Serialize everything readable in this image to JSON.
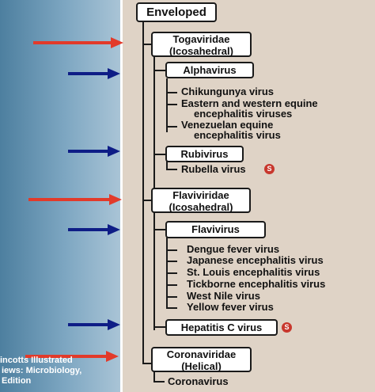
{
  "colors": {
    "left_panel": "#5b8cad",
    "right_panel": "#dfd3c6",
    "red_arrow": "#e23a2a",
    "blue_arrow": "#0e1d86",
    "badge": "#c8372d"
  },
  "caption": {
    "line1": "incotts Illustrated",
    "line2": "iews: Microbiology,",
    "line3": "Edition"
  },
  "tree": {
    "root": "Enveloped",
    "togaviridae": {
      "name": "Togaviridae",
      "shape": "(Icosahedral)",
      "alphavirus": {
        "label": "Alphavirus",
        "members": [
          "Chikungunya virus",
          "Eastern and western equine",
          "encephalitis viruses",
          "Venezuelan equine",
          "encephalitis virus"
        ]
      },
      "rubivirus": {
        "label": "Rubivirus",
        "member": "Rubella virus",
        "badge": "S"
      }
    },
    "flaviviridae": {
      "name": "Flaviviridae",
      "shape": "(Icosahedral)",
      "flavivirus": {
        "label": "Flavivirus",
        "members": [
          "Dengue fever virus",
          "Japanese encephalitis virus",
          "St. Louis encephalitis virus",
          "Tickborne encephalitis virus",
          "West Nile virus",
          "Yellow fever virus"
        ]
      },
      "hepatitis_c": {
        "label": "Hepatitis C virus",
        "badge": "S"
      }
    },
    "coronaviridae": {
      "name": "Coronaviridae",
      "shape": "(Helical)",
      "member": "Coronavirus"
    }
  },
  "arrows": [
    {
      "color": "red",
      "target": "Togaviridae"
    },
    {
      "color": "blue",
      "target": "Alphavirus"
    },
    {
      "color": "blue",
      "target": "Rubivirus"
    },
    {
      "color": "red",
      "target": "Flaviviridae"
    },
    {
      "color": "blue",
      "target": "Flavivirus"
    },
    {
      "color": "blue",
      "target": "Hepatitis C virus"
    },
    {
      "color": "red",
      "target": "Coronaviridae"
    }
  ]
}
